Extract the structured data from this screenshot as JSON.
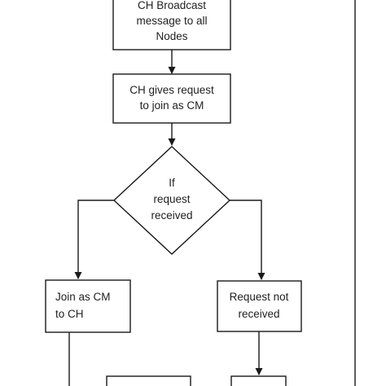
{
  "flowchart": {
    "nodes": {
      "broadcast": {
        "shape": "process",
        "lines": [
          "CH Broadcast",
          "message to all",
          "Nodes"
        ]
      },
      "request": {
        "shape": "process",
        "lines": [
          "CH gives request",
          "to join as CM"
        ]
      },
      "decision": {
        "shape": "decision",
        "lines": [
          "If",
          "request",
          "received"
        ]
      },
      "join": {
        "shape": "process",
        "lines": [
          "Join as CM",
          "to CH"
        ]
      },
      "not_received": {
        "shape": "process",
        "lines": [
          "Request not",
          "received"
        ]
      },
      "bottom_left": {
        "shape": "process",
        "lines": []
      },
      "bottom_right": {
        "shape": "process",
        "lines": []
      }
    },
    "edges": [
      {
        "from": "broadcast",
        "to": "request"
      },
      {
        "from": "request",
        "to": "decision"
      },
      {
        "from": "decision",
        "to": "join"
      },
      {
        "from": "decision",
        "to": "not_received"
      },
      {
        "from": "not_received",
        "to": "bottom_right"
      }
    ]
  }
}
